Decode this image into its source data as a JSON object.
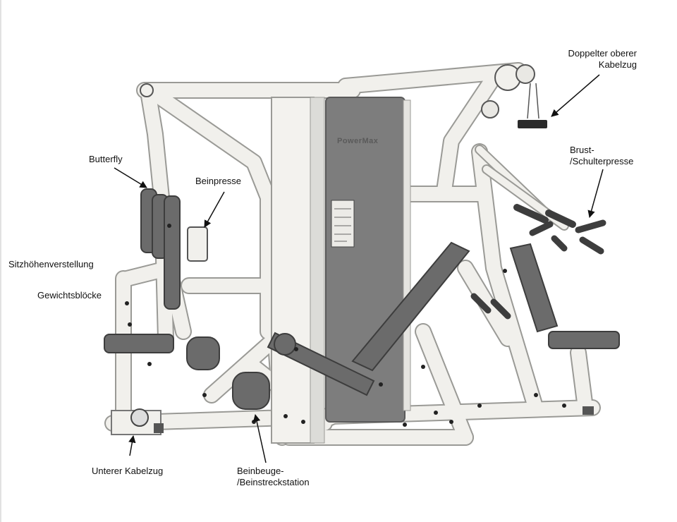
{
  "labels": {
    "dual_high_pulley_line1": "Doppelter oberer",
    "dual_high_pulley_line2": "Kabelzug",
    "butterfly": "Butterfly",
    "leg_press": "Beinpresse",
    "chest_shoulder_press_line1": "Brust-",
    "chest_shoulder_press_line2": "/Schulterpresse",
    "seat_height_adjustment": "Sitzhöhenverstellung",
    "weight_stacks": "Gewichtsblöcke",
    "low_pulley": "Unterer Kabelzug",
    "leg_curl_extension_line1": "Beinbeuge-",
    "leg_curl_extension_line2": "/Beinstreckstation"
  },
  "colors": {
    "frame": "#f1f0ec",
    "frame_edge": "#9a9a96",
    "upholstery": "#6b6b6b",
    "shroud": "#7d7d7d",
    "arrow": "#111111"
  }
}
